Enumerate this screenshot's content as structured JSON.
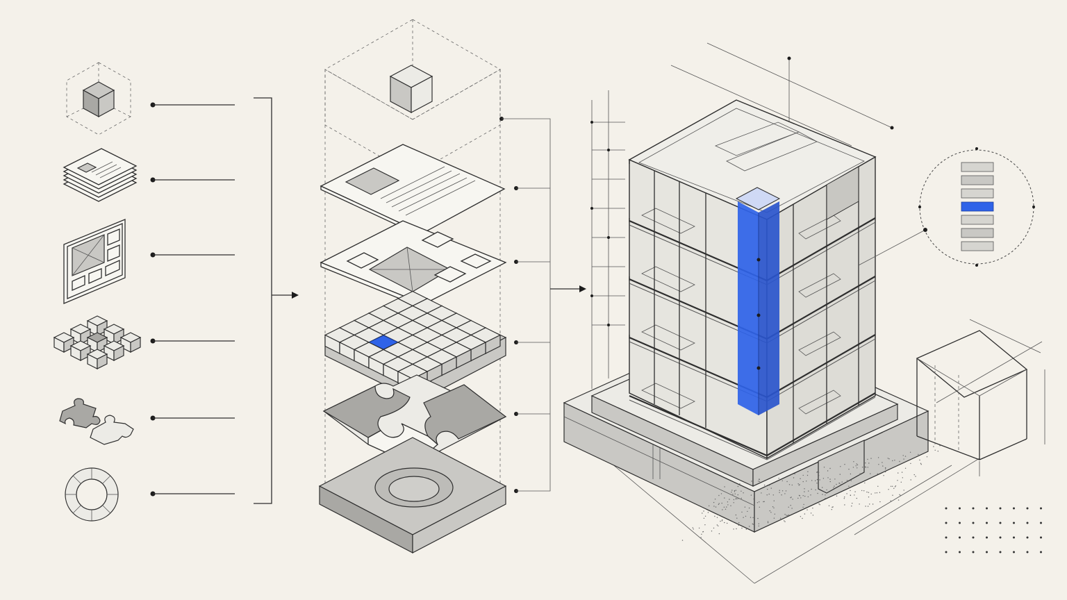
{
  "colors": {
    "background": "#f4f1ea",
    "accent": "#2f63e8",
    "stroke": "#2e2e2e",
    "fill_light": "#ecebe6",
    "fill_mid": "#c9c8c4",
    "fill_dark": "#a9a8a4"
  },
  "diagram": {
    "component_icons": [
      "cube-icon",
      "stacked-documents-icon",
      "wireframe-panel-icon",
      "cube-cluster-icon",
      "puzzle-pieces-icon",
      "ring-icon"
    ],
    "exploded_layers": [
      "cube-layer",
      "document-layer",
      "wireframe-layer",
      "grid-block-layer",
      "puzzle-layer",
      "foundation-base-layer"
    ],
    "legend_bars": 7,
    "legend_highlight_index": 3
  }
}
